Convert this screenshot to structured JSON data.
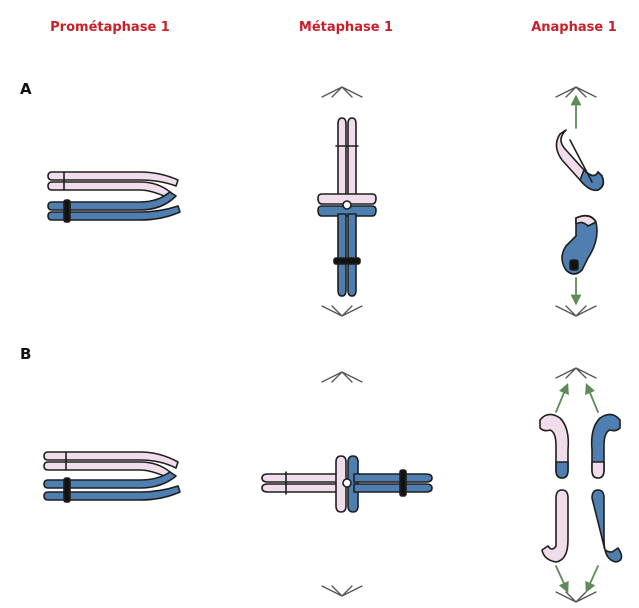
{
  "headers": {
    "prometaphase": "Prométaphase 1",
    "metaphase": "Métaphase 1",
    "anaphase": "Anaphase 1"
  },
  "rows": {
    "a": "A",
    "b": "B"
  },
  "colors": {
    "header_text": "#c8202a",
    "pink": "#f1dcec",
    "blue": "#4f7fb0",
    "outline": "#1f1f1f",
    "centromere": "#111111",
    "spindle": "#555555",
    "arrow": "#5e8a58"
  }
}
